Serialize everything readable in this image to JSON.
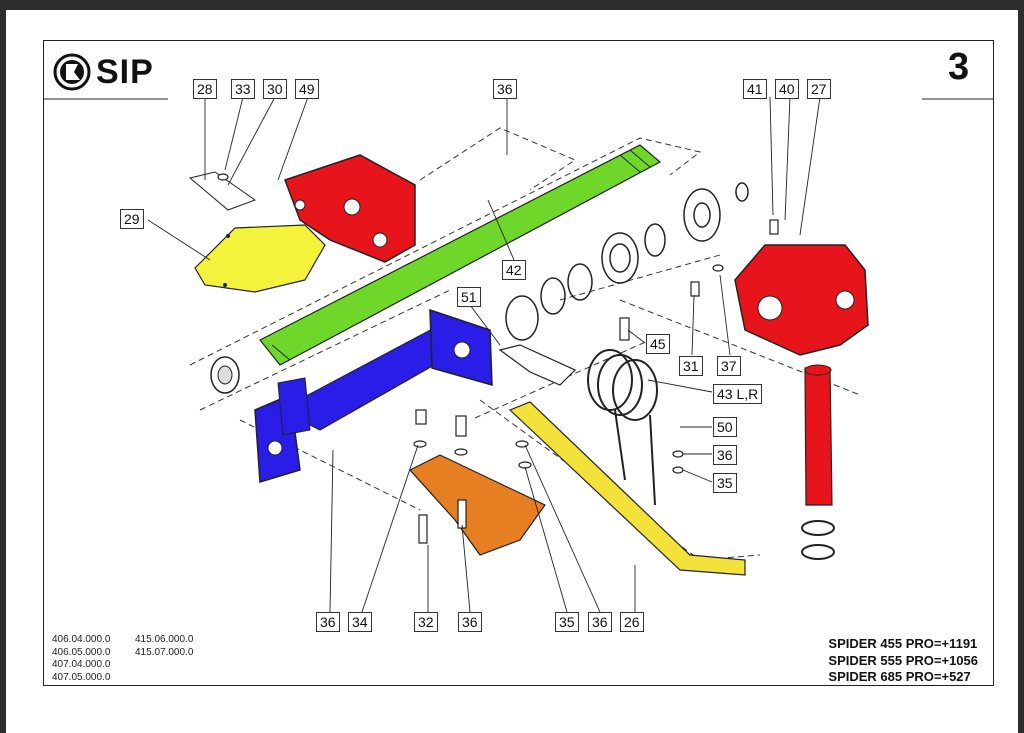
{
  "header": {
    "brand": "SIP",
    "page_number": "3"
  },
  "callouts": [
    {
      "id": "c28",
      "text": "28"
    },
    {
      "id": "c33",
      "text": "33"
    },
    {
      "id": "c30",
      "text": "30"
    },
    {
      "id": "c49",
      "text": "49"
    },
    {
      "id": "c36a",
      "text": "36"
    },
    {
      "id": "c41",
      "text": "41"
    },
    {
      "id": "c40",
      "text": "40"
    },
    {
      "id": "c27",
      "text": "27"
    },
    {
      "id": "c29",
      "text": "29"
    },
    {
      "id": "c42",
      "text": "42"
    },
    {
      "id": "c51",
      "text": "51"
    },
    {
      "id": "c45",
      "text": "45"
    },
    {
      "id": "c31",
      "text": "31"
    },
    {
      "id": "c37",
      "text": "37"
    },
    {
      "id": "c43",
      "text": "43 L,R"
    },
    {
      "id": "c50",
      "text": "50"
    },
    {
      "id": "c36b",
      "text": "36"
    },
    {
      "id": "c35a",
      "text": "35"
    },
    {
      "id": "c36c",
      "text": "36"
    },
    {
      "id": "c34",
      "text": "34"
    },
    {
      "id": "c32",
      "text": "32"
    },
    {
      "id": "c36d",
      "text": "36"
    },
    {
      "id": "c35b",
      "text": "35"
    },
    {
      "id": "c36e",
      "text": "36"
    },
    {
      "id": "c26",
      "text": "26"
    }
  ],
  "part_codes_col1": [
    "406.04.000.0",
    "406.05.000.0",
    "407.04.000.0",
    "407.05.000.0"
  ],
  "part_codes_col2": [
    "415.06.000.0",
    "415.07.000.0"
  ],
  "models": [
    "SPIDER 455 PRO=+1191",
    "SPIDER 555 PRO=+1056",
    "SPIDER 685 PRO=+527"
  ],
  "colors": {
    "red": "#e8141c",
    "green": "#6fd62a",
    "yellow": "#f5f23c",
    "blue": "#2a1de8",
    "orange": "#e67e22",
    "tine_yellow": "#f2e23a"
  }
}
